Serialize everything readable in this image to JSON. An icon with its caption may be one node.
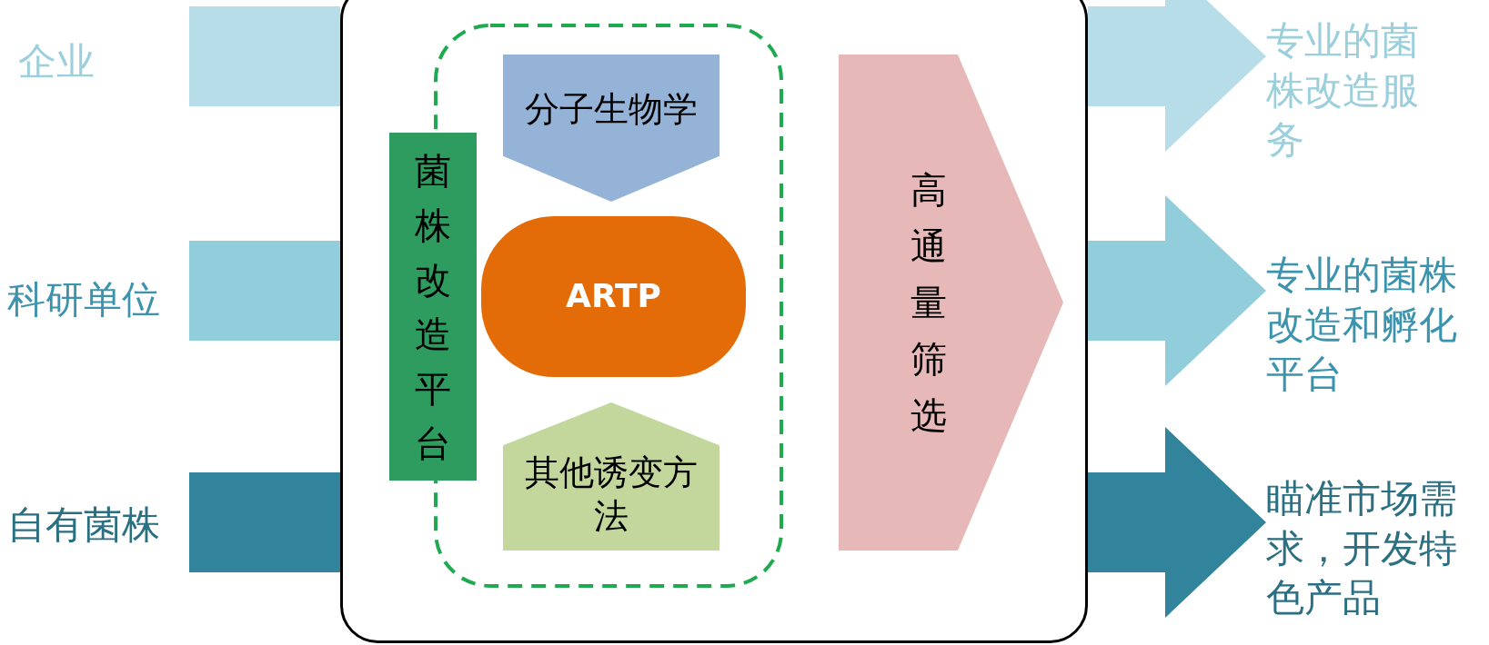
{
  "diagram": {
    "nodes": [
      {
        "text": [
          "企业"
        ]
      },
      {
        "text": [
          "科研单位"
        ]
      },
      {
        "text": [
          "自有菌株"
        ]
      },
      {
        "text": [],
        "shape": "box"
      },
      {
        "text": [],
        "shape": "box",
        "in": 3
      },
      {
        "text": [
          "菌株改造平台"
        ],
        "in": 3
      },
      {
        "text": [
          "分子生物学"
        ],
        "in": 4
      },
      {
        "text": [
          "ARTP"
        ],
        "in": 4
      },
      {
        "text": [
          "其他诱变方法"
        ],
        "in": 4
      },
      {
        "text": [
          "高通量筛选"
        ],
        "in": 3
      },
      {
        "text": [
          "专业的菌株改造服务"
        ]
      },
      {
        "text": [
          "专业的菌株改造和孵化平台"
        ]
      },
      {
        "text": [
          "瞄准市场需求，开发特色产品"
        ]
      }
    ],
    "edges": [
      {
        "from": 0,
        "to": 3,
        "arrow": "none",
        "color": "#b7dde8"
      },
      {
        "from": 1,
        "to": 3,
        "arrow": "none",
        "color": "#92cddc"
      },
      {
        "from": 2,
        "to": 3,
        "arrow": "none",
        "color": "#31849b"
      },
      {
        "from": 3,
        "to": 10,
        "arrow": "to",
        "color": "#b7dde8"
      },
      {
        "from": 3,
        "to": 11,
        "arrow": "to",
        "color": "#92cddc"
      },
      {
        "from": 3,
        "to": 12,
        "arrow": "to",
        "color": "#31849b"
      }
    ]
  }
}
